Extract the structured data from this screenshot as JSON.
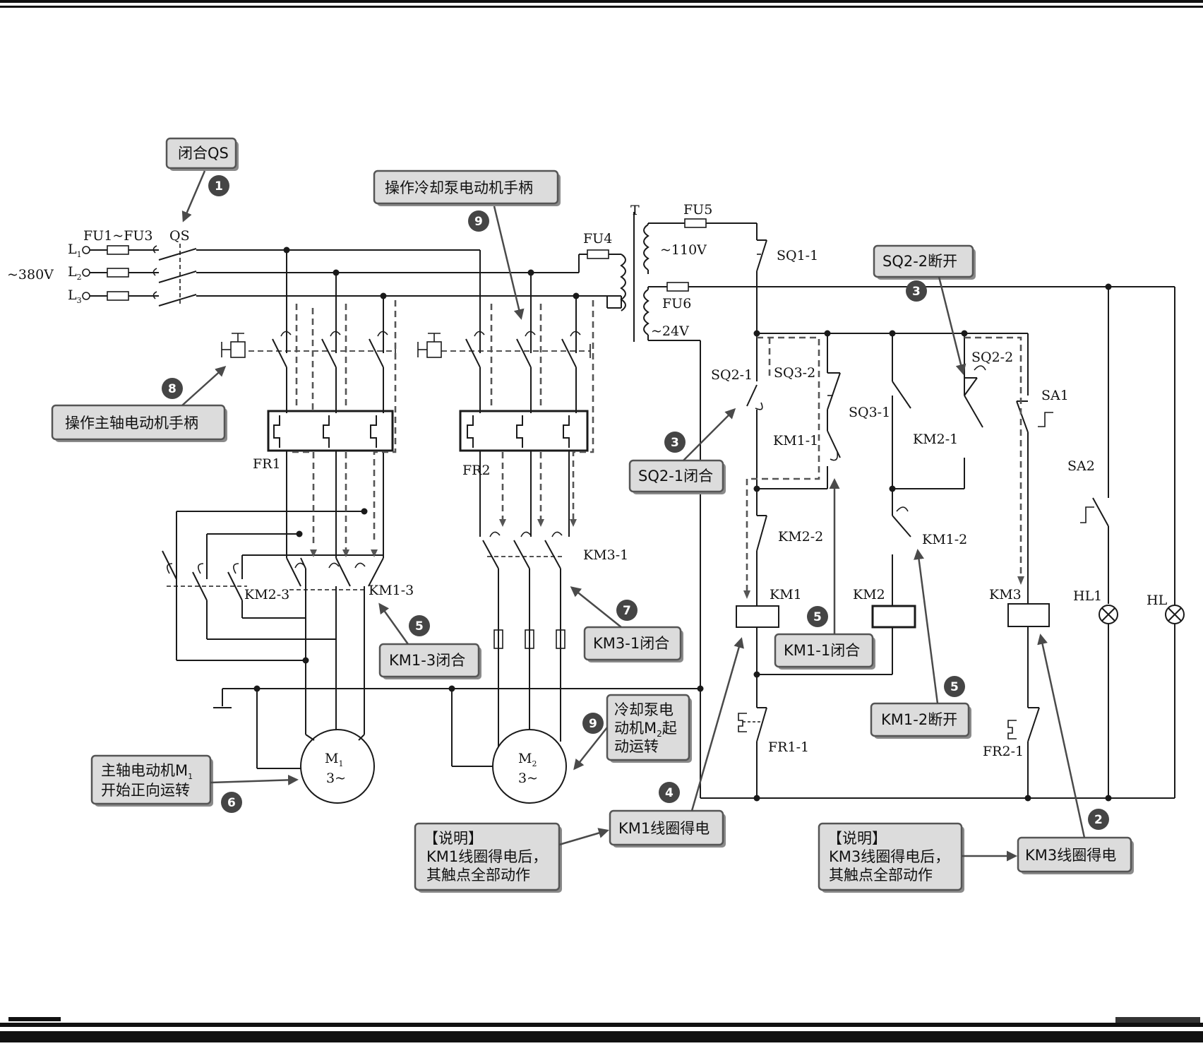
{
  "supply": {
    "l1": "L",
    "l1_sub": "1",
    "l2": "L",
    "l2_sub": "2",
    "l3": "L",
    "l3_sub": "3",
    "voltage": "~380V",
    "fuses": "FU1~FU3",
    "switch": "QS"
  },
  "components": {
    "fu4": "FU4",
    "fu5": "FU5",
    "fu6": "FU6",
    "transformer": "T",
    "v110": "~110V",
    "v24": "~24V",
    "fr1": "FR1",
    "fr2": "FR2",
    "km2_3": "KM2-3",
    "km1_3": "KM1-3",
    "km3_1": "KM3-1",
    "sq1_1": "SQ1-1",
    "sq2_1": "SQ2-1",
    "sq3_2": "SQ3-2",
    "sq3_1": "SQ3-1",
    "sq2_2": "SQ2-2",
    "sa1": "SA1",
    "sa2": "SA2",
    "km1_1": "KM1-1",
    "km2_1": "KM2-1",
    "km2_2": "KM2-2",
    "km1_2": "KM1-2",
    "km1": "KM1",
    "km2": "KM2",
    "km3": "KM3",
    "hl1": "HL1",
    "hl": "HL",
    "fr1_1": "FR1-1",
    "fr2_1": "FR2-1",
    "m1": "M",
    "m1_sub": "1",
    "m1_phase": "3~",
    "m2": "M",
    "m2_sub": "2",
    "m2_phase": "3~"
  },
  "callouts": {
    "close_qs": "闭合QS",
    "operate_pump_handle": "操作冷却泵电动机手柄",
    "operate_spindle_handle": "操作主轴电动机手柄",
    "sq2_2_open": "SQ2-2断开",
    "sq2_1_closed": "SQ2-1闭合",
    "km1_1_closed": "KM1-1闭合",
    "km1_2_open": "KM1-2断开",
    "km1_3_closed": "KM1-3闭合",
    "km3_1_closed": "KM3-1闭合",
    "pump_start_l1": "冷却泵电",
    "pump_start_l2a": "动机M",
    "pump_start_l2sub": "2",
    "pump_start_l2b": "起",
    "pump_start_l3": "动运转",
    "spindle_l1a": "主轴电动机M",
    "spindle_l1sub": "1",
    "spindle_l2": "开始正向运转",
    "km1_coil": "KM1线圈得电",
    "km3_coil": "KM3线圈得电",
    "note1_title": "【说明】",
    "note1_l1": "KM1线圈得电后，",
    "note1_l2": "其触点全部动作",
    "note2_title": "【说明】",
    "note2_l1": "KM3线圈得电后，",
    "note2_l2": "其触点全部动作"
  },
  "steps": {
    "s1": "1",
    "s2": "2",
    "s3": "3",
    "s4": "4",
    "s5": "5",
    "s6": "6",
    "s7": "7",
    "s8": "8",
    "s9": "9"
  }
}
